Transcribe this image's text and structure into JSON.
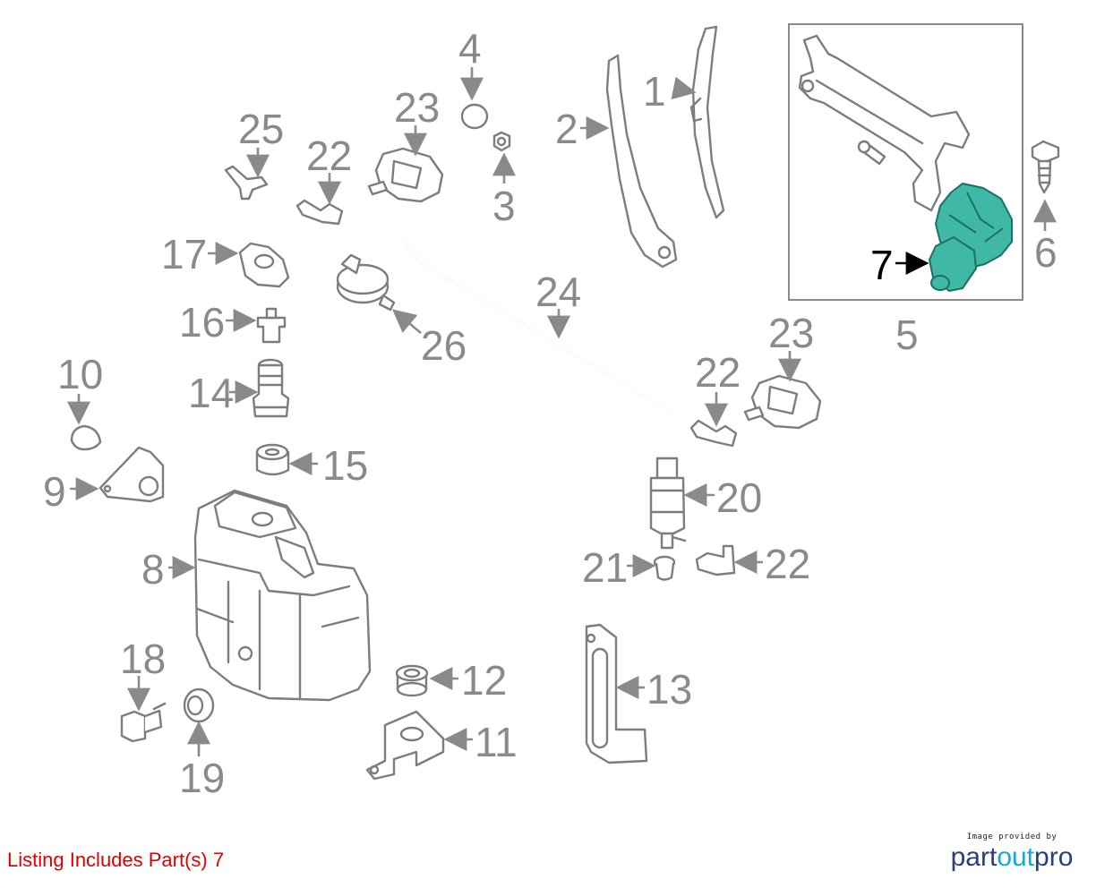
{
  "callouts": {
    "c1": "1",
    "c2": "2",
    "c3": "3",
    "c4": "4",
    "c5": "5",
    "c6": "6",
    "c7": "7",
    "c8": "8",
    "c9": "9",
    "c10": "10",
    "c11": "11",
    "c12": "12",
    "c13": "13",
    "c14": "14",
    "c15": "15",
    "c16": "16",
    "c17": "17",
    "c18": "18",
    "c19": "19",
    "c20": "20",
    "c21": "21",
    "c22a": "22",
    "c22b": "22",
    "c22c": "22",
    "c23a": "23",
    "c23b": "23",
    "c24": "24",
    "c25": "25",
    "c26": "26"
  },
  "highlighted_part": "7",
  "colors": {
    "highlight_fill": "#3fb8a6",
    "listing_text": "#e00000",
    "line_gray": "#7d7d7d"
  },
  "listing_note": "Listing Includes Part(s) 7",
  "provider": {
    "small_text": "Image provided by",
    "brand_part1": "part",
    "brand_part2": "out",
    "brand_part3": "pro"
  }
}
